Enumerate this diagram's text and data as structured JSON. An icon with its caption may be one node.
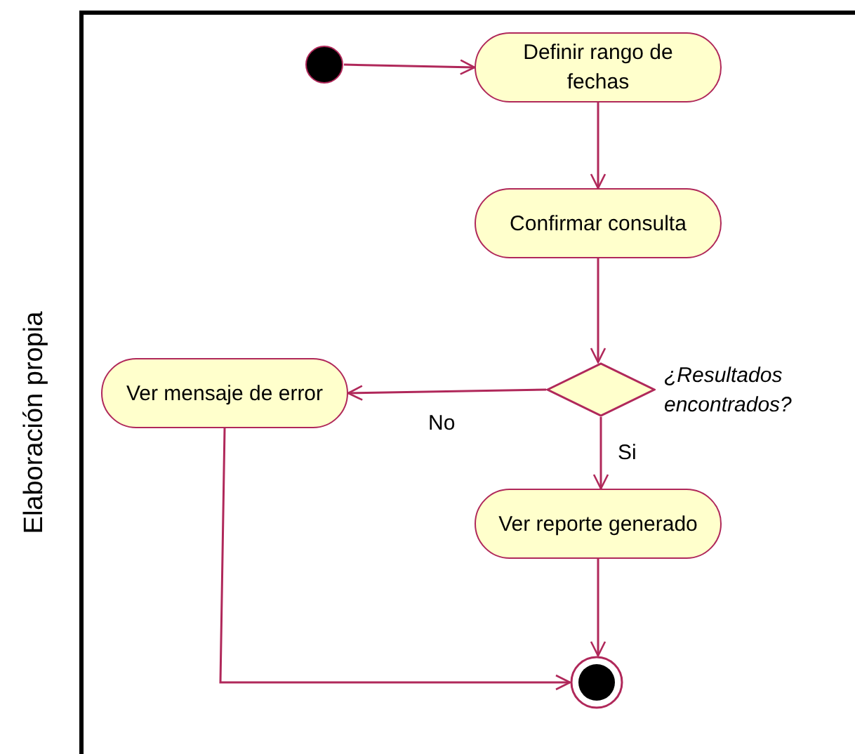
{
  "diagram": {
    "nodes": [
      {
        "text": [],
        "shape": "circle"
      },
      {
        "text": [
          "Definir rango de fechas"
        ]
      },
      {
        "text": [
          "Confirmar consulta"
        ]
      },
      {
        "text": [],
        "shape": "diamond",
        "beside": [
          "¿Resultados encontrados?"
        ]
      },
      {
        "text": [
          "Ver mensaje de error"
        ]
      },
      {
        "text": [
          "Ver reporte generado"
        ]
      },
      {
        "text": [],
        "shape": "bullseye"
      }
    ],
    "edges": [
      {
        "from": 0,
        "to": 1,
        "arrow": "to"
      },
      {
        "from": 1,
        "to": 2,
        "arrow": "to"
      },
      {
        "from": 2,
        "to": 3,
        "arrow": "to"
      },
      {
        "from": 3,
        "to": 4,
        "arrow": "to",
        "label": "No"
      },
      {
        "from": 3,
        "to": 5,
        "arrow": "to",
        "label": "Si"
      },
      {
        "from": 5,
        "to": 6,
        "arrow": "to"
      },
      {
        "from": 4,
        "to": 6,
        "arrow": "to"
      }
    ],
    "labels": [
      "Elaboración propia"
    ]
  }
}
